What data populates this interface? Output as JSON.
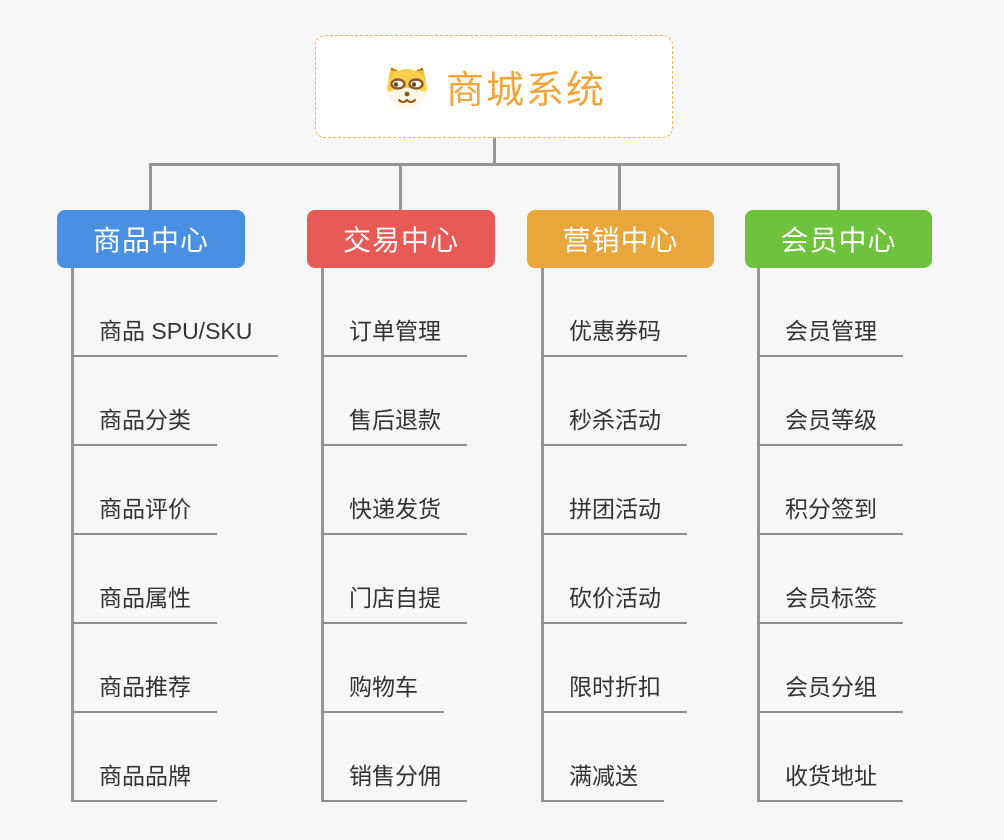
{
  "page": {
    "background_color": "#f7f7f7",
    "connector_color": "#969696"
  },
  "root": {
    "title": "商城系统",
    "icon": "shiba-dog-icon",
    "text_color": "#f0a63c",
    "border_color": "#f3b45f"
  },
  "branches": [
    {
      "label": "商品中心",
      "color": "#4a90e2",
      "items": [
        "商品 SPU/SKU",
        "商品分类",
        "商品评价",
        "商品属性",
        "商品推荐",
        "商品品牌"
      ]
    },
    {
      "label": "交易中心",
      "color": "#e85a55",
      "items": [
        "订单管理",
        "售后退款",
        "快递发货",
        "门店自提",
        "购物车",
        "销售分佣"
      ]
    },
    {
      "label": "营销中心",
      "color": "#e9a63d",
      "items": [
        "优惠券码",
        "秒杀活动",
        "拼团活动",
        "砍价活动",
        "限时折扣",
        "满减送"
      ]
    },
    {
      "label": "会员中心",
      "color": "#6ec23e",
      "items": [
        "会员管理",
        "会员等级",
        "积分签到",
        "会员标签",
        "会员分组",
        "收货地址"
      ]
    }
  ]
}
